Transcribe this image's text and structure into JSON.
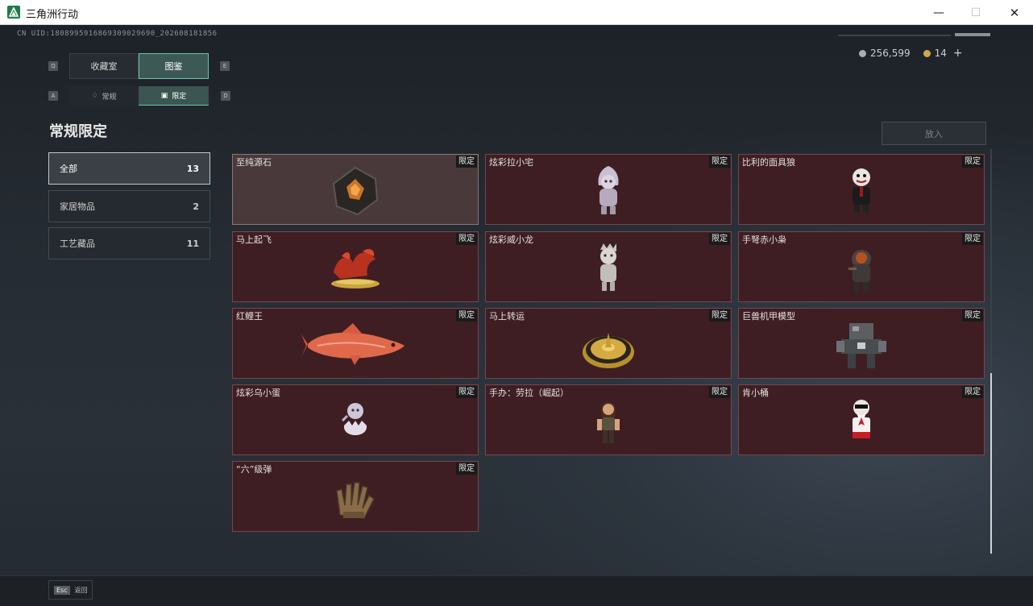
{
  "window": {
    "title": "三角洲行动",
    "minimize": "—",
    "maximize": "☐",
    "close": "✕"
  },
  "uid": "CN UID:1808995916869309029690_202608181856",
  "currency": {
    "coins": "256,599",
    "tickets": "14",
    "add": "+"
  },
  "tabs": {
    "collection": "收藏室",
    "atlas": "图鉴",
    "key_left": "Q",
    "key_right": "E"
  },
  "subtabs": {
    "normal": "常规",
    "limited": "限定",
    "key_left": "A",
    "key_right": "D"
  },
  "page_title": "常规限定",
  "put_in": "放入",
  "categories": [
    {
      "label": "全部",
      "count": "13"
    },
    {
      "label": "家居物品",
      "count": "2"
    },
    {
      "label": "工艺藏品",
      "count": "11"
    }
  ],
  "tag_label": "限定",
  "items": [
    {
      "name": "至纯源石",
      "icon": "gem-icon"
    },
    {
      "name": "炫彩拉小宅",
      "icon": "ghost-figure-icon"
    },
    {
      "name": "比利的面具狼",
      "icon": "puppet-figure-icon"
    },
    {
      "name": "马上起飞",
      "icon": "horse-icon"
    },
    {
      "name": "炫彩威小龙",
      "icon": "dragon-figure-icon"
    },
    {
      "name": "手弩赤小枭",
      "icon": "hooded-figure-icon"
    },
    {
      "name": "红鲤王",
      "icon": "fish-icon"
    },
    {
      "name": "马上转运",
      "icon": "compass-icon"
    },
    {
      "name": "巨兽机甲模型",
      "icon": "mech-icon"
    },
    {
      "name": "炫彩乌小蛋",
      "icon": "egg-icon"
    },
    {
      "name": "手办：劳拉（崛起）",
      "icon": "lara-figure-icon"
    },
    {
      "name": "肯小桶",
      "icon": "colonel-figure-icon"
    },
    {
      "name": "“六”级弹",
      "icon": "hand-icon"
    }
  ],
  "footer": {
    "esc_key": "Esc",
    "back": "返回"
  },
  "colors": {
    "accent": "#66c7a3",
    "card_bg": "#3f1e23",
    "card_border": "#73484d"
  }
}
